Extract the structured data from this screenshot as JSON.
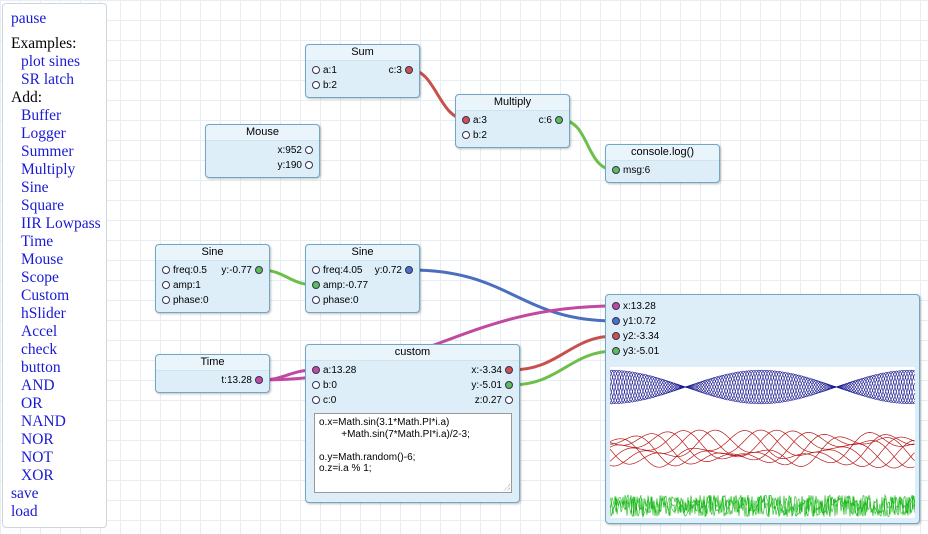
{
  "sidebar": {
    "pause": "pause",
    "examples_header": "Examples:",
    "examples": [
      "plot sines",
      "SR latch"
    ],
    "add_header": "Add:",
    "add_items": [
      "Buffer",
      "Logger",
      "Summer",
      "Multiply",
      "Sine",
      "Square",
      "IIR Lowpass",
      "Time",
      "Mouse",
      "Scope",
      "Custom",
      "hSlider",
      "Accel",
      "check",
      "button",
      "AND",
      "OR",
      "NAND",
      "NOR",
      "NOT",
      "XOR"
    ],
    "save": "save",
    "load": "load"
  },
  "nodes": {
    "sum": {
      "title": "Sum",
      "in_a": "a:1",
      "in_b": "b:2",
      "out_c": "c:3"
    },
    "multiply": {
      "title": "Multiply",
      "in_a": "a:3",
      "in_b": "b:2",
      "out_c": "c:6"
    },
    "console": {
      "title": "console.log()",
      "in_msg": "msg:6"
    },
    "mouse": {
      "title": "Mouse",
      "out_x": "x:952",
      "out_y": "y:190"
    },
    "sine1": {
      "title": "Sine",
      "in_freq": "freq:0.5",
      "in_amp": "amp:1",
      "in_phase": "phase:0",
      "out_y": "y:-0.77"
    },
    "sine2": {
      "title": "Sine",
      "in_freq": "freq:4.05",
      "in_amp": "amp:-0.77",
      "in_phase": "phase:0",
      "out_y": "y:0.72"
    },
    "time": {
      "title": "Time",
      "out_t": "t:13.28"
    },
    "custom": {
      "title": "custom",
      "in_a": "a:13.28",
      "in_b": "b:0",
      "in_c": "c:0",
      "out_x": "x:-3.34",
      "out_y": "y:-5.01",
      "out_z": "z:0.27",
      "code": "o.x=Math.sin(3.1*Math.PI*i.a)\n        +Math.sin(7*Math.PI*i.a)/2-3;\n\no.y=Math.random()-6;\no.z=i.a % 1;"
    },
    "scope": {
      "in_x": "x:13.28",
      "in_y1": "y1:0.72",
      "in_y2": "y2:-3.34",
      "in_y3": "y3:-5.01"
    }
  },
  "colors": {
    "node_bg": "#ddeef8",
    "node_border": "#6fa7c4",
    "wire_red": "#c8504c",
    "wire_green": "#6cc04a",
    "wire_blue": "#4a6fbf",
    "wire_magenta": "#c04aa0",
    "scope_blue": "#1a1a90",
    "scope_red": "#b81818",
    "scope_green": "#18b818"
  }
}
